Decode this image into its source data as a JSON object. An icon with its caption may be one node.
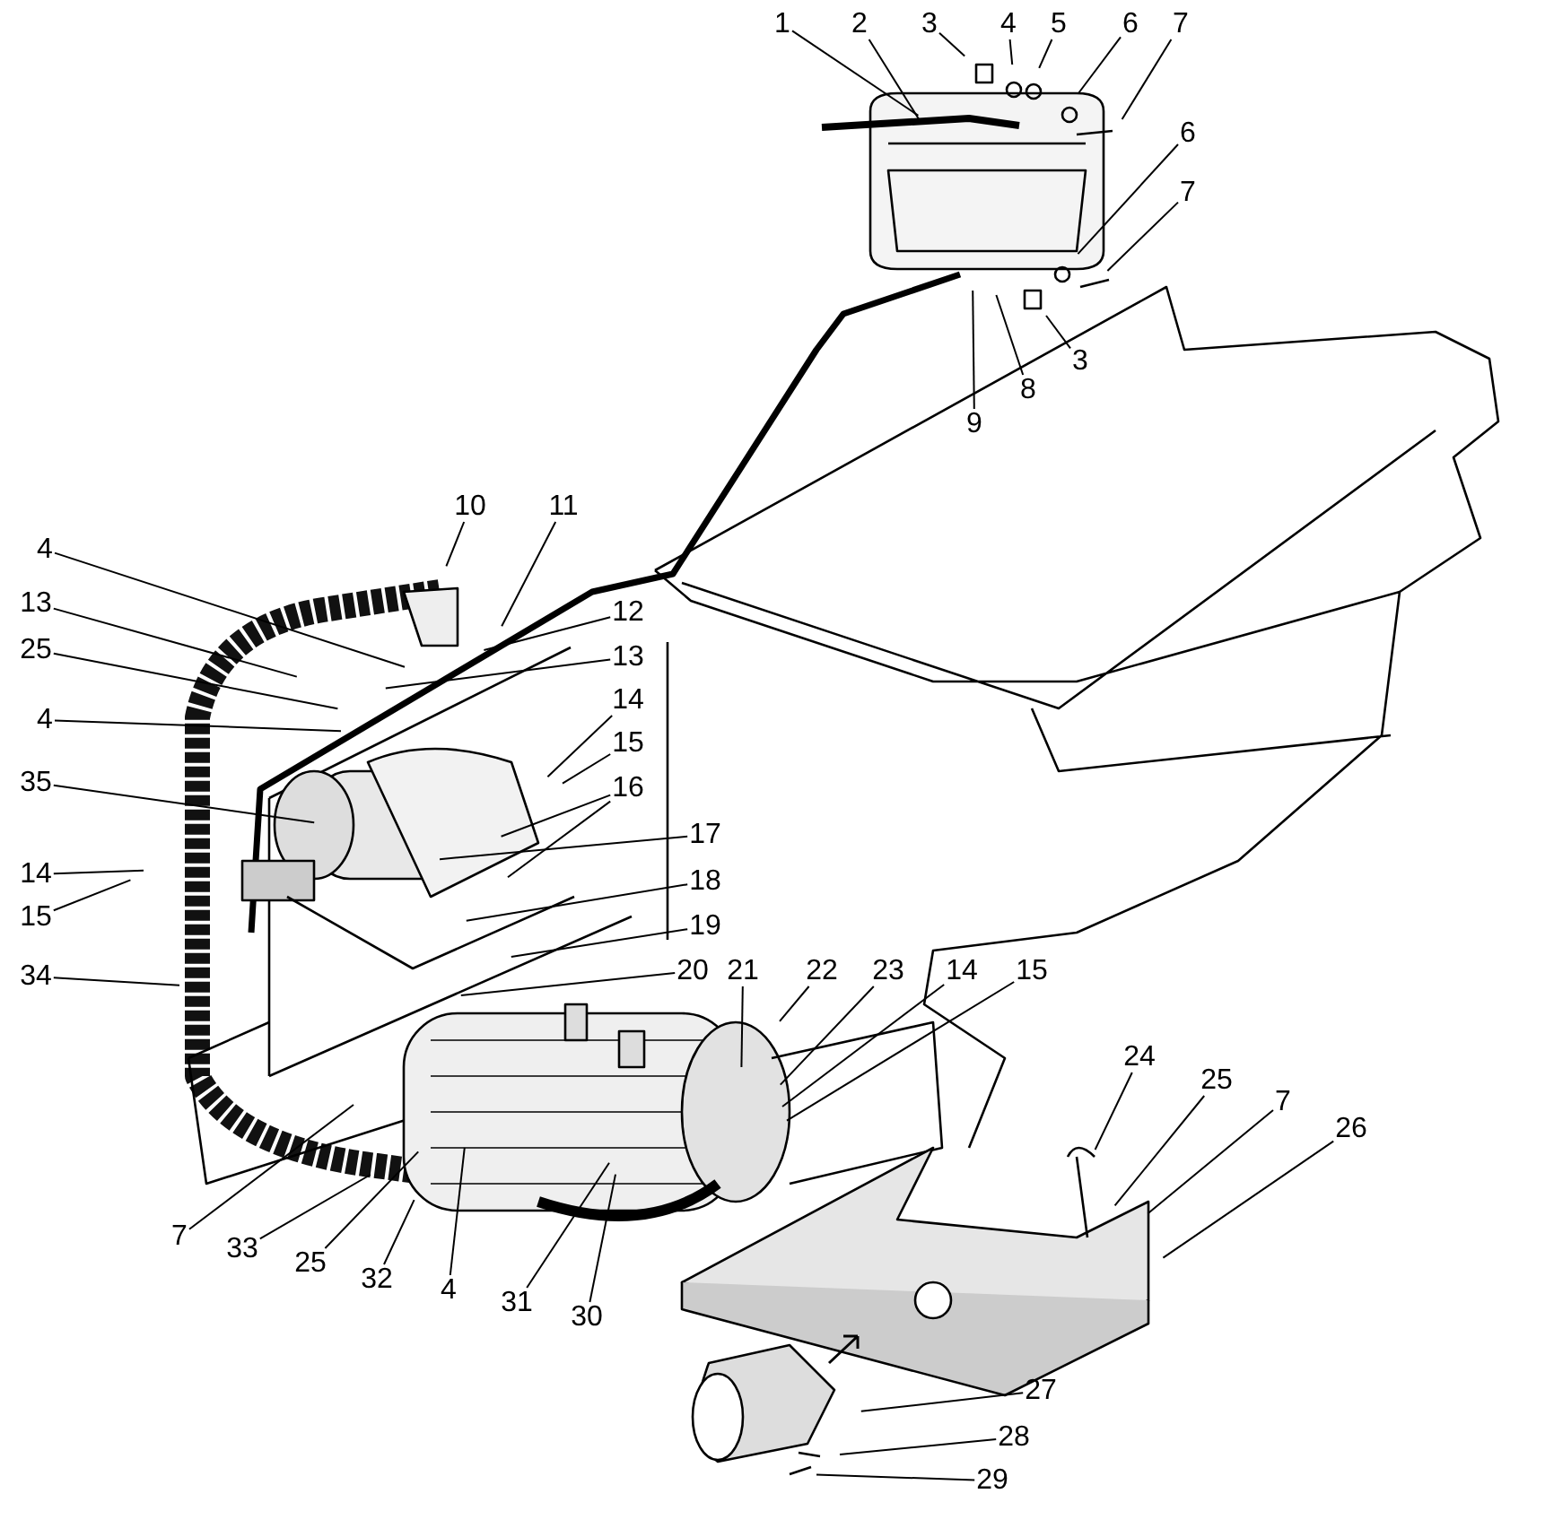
{
  "diagram": {
    "nodes": [
      {
        "text": [
          "1"
        ]
      },
      {
        "text": [
          "2"
        ]
      },
      {
        "text": [
          "3"
        ]
      },
      {
        "text": [
          "4"
        ]
      },
      {
        "text": [
          "5"
        ]
      },
      {
        "text": [
          "6"
        ]
      },
      {
        "text": [
          "7"
        ]
      },
      {
        "text": [
          "6"
        ]
      },
      {
        "text": [
          "7"
        ]
      },
      {
        "text": [
          "3"
        ]
      },
      {
        "text": [
          "8"
        ]
      },
      {
        "text": [
          "9"
        ]
      },
      {
        "text": [
          "10"
        ]
      },
      {
        "text": [
          "11"
        ]
      },
      {
        "text": [
          "4"
        ]
      },
      {
        "text": [
          "12"
        ]
      },
      {
        "text": [
          "13"
        ]
      },
      {
        "text": [
          "13"
        ]
      },
      {
        "text": [
          "25"
        ]
      },
      {
        "text": [
          "14"
        ]
      },
      {
        "text": [
          "4"
        ]
      },
      {
        "text": [
          "15"
        ]
      },
      {
        "text": [
          "35"
        ]
      },
      {
        "text": [
          "16"
        ]
      },
      {
        "text": [
          "17"
        ]
      },
      {
        "text": [
          "14"
        ]
      },
      {
        "text": [
          "15"
        ]
      },
      {
        "text": [
          "18"
        ]
      },
      {
        "text": [
          "34"
        ]
      },
      {
        "text": [
          "19"
        ]
      },
      {
        "text": [
          "20"
        ]
      },
      {
        "text": [
          "21"
        ]
      },
      {
        "text": [
          "22"
        ]
      },
      {
        "text": [
          "23"
        ]
      },
      {
        "text": [
          "14"
        ]
      },
      {
        "text": [
          "15"
        ]
      },
      {
        "text": [
          "24"
        ]
      },
      {
        "text": [
          "25"
        ]
      },
      {
        "text": [
          "7"
        ]
      },
      {
        "text": [
          "26"
        ]
      },
      {
        "text": [
          "7"
        ]
      },
      {
        "text": [
          "33"
        ]
      },
      {
        "text": [
          "25"
        ]
      },
      {
        "text": [
          "32"
        ]
      },
      {
        "text": [
          "4"
        ]
      },
      {
        "text": [
          "31"
        ]
      },
      {
        "text": [
          "30"
        ]
      },
      {
        "text": [
          "27"
        ]
      },
      {
        "text": [
          "28"
        ]
      },
      {
        "text": [
          "29"
        ]
      }
    ],
    "edges": [
      {
        "from": 0,
        "to": null,
        "arrow": "none"
      },
      {
        "from": 1,
        "to": null,
        "arrow": "none"
      },
      {
        "from": 2,
        "to": null,
        "arrow": "none"
      },
      {
        "from": 3,
        "to": null,
        "arrow": "none"
      },
      {
        "from": 4,
        "to": null,
        "arrow": "none"
      },
      {
        "from": 5,
        "to": null,
        "arrow": "none"
      },
      {
        "from": 6,
        "to": null,
        "arrow": "none"
      },
      {
        "from": 7,
        "to": null,
        "arrow": "none"
      },
      {
        "from": 8,
        "to": null,
        "arrow": "none"
      },
      {
        "from": 9,
        "to": null,
        "arrow": "none"
      },
      {
        "from": 10,
        "to": null,
        "arrow": "none"
      },
      {
        "from": 11,
        "to": null,
        "arrow": "none"
      },
      {
        "from": 12,
        "to": null,
        "arrow": "none"
      },
      {
        "from": 13,
        "to": null,
        "arrow": "none"
      },
      {
        "from": 14,
        "to": null,
        "arrow": "none"
      },
      {
        "from": 15,
        "to": null,
        "arrow": "none"
      },
      {
        "from": 16,
        "to": null,
        "arrow": "none"
      },
      {
        "from": 17,
        "to": null,
        "arrow": "none"
      },
      {
        "from": 18,
        "to": null,
        "arrow": "none"
      },
      {
        "from": 19,
        "to": null,
        "arrow": "none"
      },
      {
        "from": 20,
        "to": null,
        "arrow": "none"
      },
      {
        "from": 21,
        "to": null,
        "arrow": "none"
      },
      {
        "from": 22,
        "to": null,
        "arrow": "none"
      },
      {
        "from": 23,
        "to": null,
        "arrow": "none"
      },
      {
        "from": 23,
        "to": null,
        "arrow": "none"
      },
      {
        "from": 24,
        "to": null,
        "arrow": "none"
      },
      {
        "from": 25,
        "to": null,
        "arrow": "none"
      },
      {
        "from": 26,
        "to": null,
        "arrow": "none"
      },
      {
        "from": 27,
        "to": null,
        "arrow": "none"
      },
      {
        "from": 28,
        "to": null,
        "arrow": "none"
      },
      {
        "from": 29,
        "to": null,
        "arrow": "none"
      },
      {
        "from": 30,
        "to": null,
        "arrow": "none"
      },
      {
        "from": 31,
        "to": null,
        "arrow": "none"
      },
      {
        "from": 32,
        "to": null,
        "arrow": "none"
      },
      {
        "from": 33,
        "to": null,
        "arrow": "none"
      },
      {
        "from": 34,
        "to": null,
        "arrow": "none"
      },
      {
        "from": 35,
        "to": null,
        "arrow": "none"
      },
      {
        "from": 36,
        "to": null,
        "arrow": "none"
      },
      {
        "from": 37,
        "to": null,
        "arrow": "none"
      },
      {
        "from": 38,
        "to": null,
        "arrow": "none"
      },
      {
        "from": 39,
        "to": null,
        "arrow": "none"
      },
      {
        "from": 40,
        "to": null,
        "arrow": "none"
      },
      {
        "from": 41,
        "to": null,
        "arrow": "none"
      },
      {
        "from": 42,
        "to": null,
        "arrow": "none"
      },
      {
        "from": 43,
        "to": null,
        "arrow": "none"
      },
      {
        "from": 44,
        "to": null,
        "arrow": "none"
      },
      {
        "from": 45,
        "to": null,
        "arrow": "none"
      },
      {
        "from": 46,
        "to": null,
        "arrow": "none"
      },
      {
        "from": 47,
        "to": null,
        "arrow": "none"
      },
      {
        "from": 48,
        "to": null,
        "arrow": "none"
      },
      {
        "from": 49,
        "to": null,
        "arrow": "none"
      }
    ]
  }
}
